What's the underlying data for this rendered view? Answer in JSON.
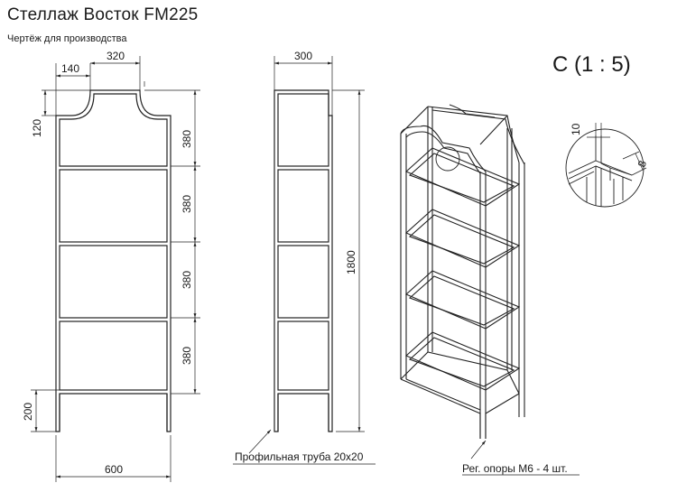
{
  "title": "Стеллаж Восток FM225",
  "subtitle": "Чертёж для производства",
  "detail_scale": "C  (1 : 5)",
  "front_view": {
    "dims": {
      "arc_width": "140",
      "top_width": "320",
      "arc_height": "120",
      "section_1": "380",
      "section_2": "380",
      "section_3": "380",
      "section_4": "380",
      "legs": "200",
      "total_width": "600"
    }
  },
  "side_view": {
    "dims": {
      "depth": "300",
      "total_height": "1800"
    }
  },
  "detail": {
    "dims": {
      "tube_a": "10",
      "tube_b": "8"
    }
  },
  "notes": {
    "profile": "Профильная труба 20x20",
    "supports": "Рег. опоры М6 - 4 шт."
  }
}
